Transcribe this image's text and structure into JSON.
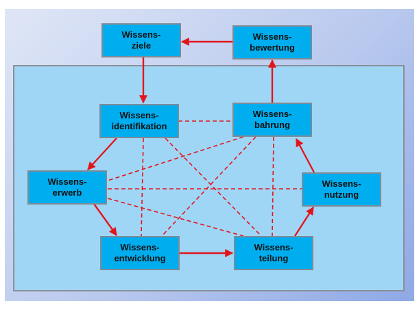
{
  "diagram": {
    "colors": {
      "node_fill": "#00aeef",
      "node_border": "#7e8b97",
      "arrow": "#e3151b",
      "panel_fill": "#a0d6f5",
      "background_gradient": [
        "#dfe6f6",
        "#8fa9e6"
      ]
    },
    "nodes": [
      {
        "id": "ziele",
        "line1": "Wissens-",
        "line2": "ziele"
      },
      {
        "id": "bewertung",
        "line1": "Wissens-",
        "line2": "bewertung"
      },
      {
        "id": "identifikation",
        "line1": "Wissens-",
        "line2": "identifikation"
      },
      {
        "id": "bahrung",
        "line1": "Wissens-",
        "line2": "bahrung"
      },
      {
        "id": "erwerb",
        "line1": "Wissens-",
        "line2": "erwerb"
      },
      {
        "id": "nutzung",
        "line1": "Wissens-",
        "line2": "nutzung"
      },
      {
        "id": "entwicklung",
        "line1": "Wissens-",
        "line2": "entwicklung"
      },
      {
        "id": "teilung",
        "line1": "Wissens-",
        "line2": "teilung"
      }
    ],
    "arrows": [
      {
        "from": "bewertung",
        "to": "ziele",
        "style": "solid"
      },
      {
        "from": "ziele",
        "to": "identifikation",
        "style": "solid"
      },
      {
        "from": "identifikation",
        "to": "erwerb",
        "style": "solid"
      },
      {
        "from": "erwerb",
        "to": "entwicklung",
        "style": "solid"
      },
      {
        "from": "entwicklung",
        "to": "teilung",
        "style": "solid"
      },
      {
        "from": "teilung",
        "to": "nutzung",
        "style": "solid"
      },
      {
        "from": "nutzung",
        "to": "bahrung",
        "style": "solid"
      },
      {
        "from": "bahrung",
        "to": "bewertung",
        "style": "solid"
      }
    ],
    "dashed_links": [
      {
        "a": "identifikation",
        "b": "bahrung"
      },
      {
        "a": "identifikation",
        "b": "entwicklung"
      },
      {
        "a": "identifikation",
        "b": "teilung"
      },
      {
        "a": "bahrung",
        "b": "erwerb"
      },
      {
        "a": "bahrung",
        "b": "entwicklung"
      },
      {
        "a": "bahrung",
        "b": "teilung"
      },
      {
        "a": "erwerb",
        "b": "nutzung"
      },
      {
        "a": "erwerb",
        "b": "teilung"
      }
    ]
  }
}
